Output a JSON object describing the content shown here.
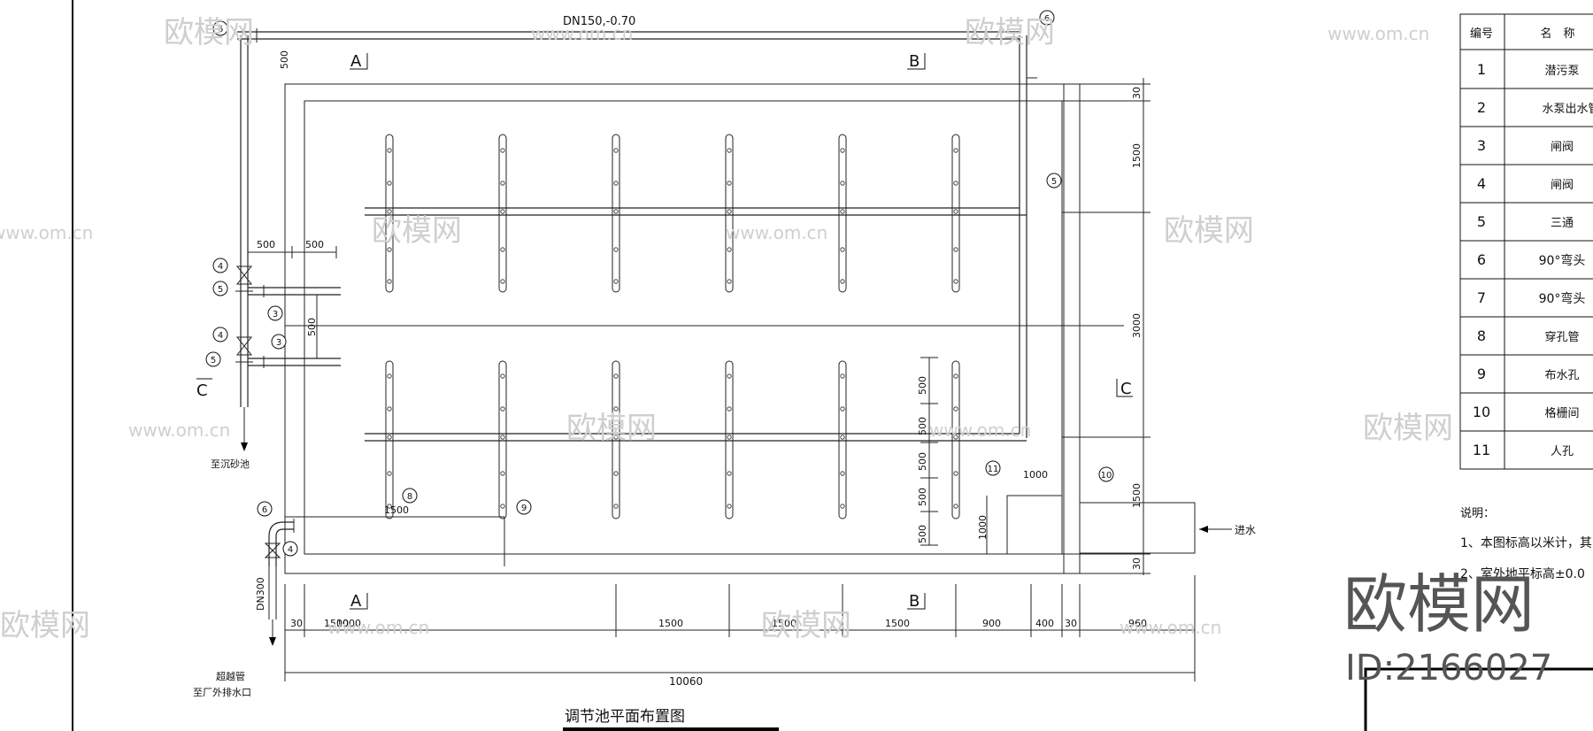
{
  "drawing": {
    "title": "调节池平面布置图",
    "pipe_top_label": "DN150,-0.70",
    "section_marks": {
      "a_top": "A",
      "b_top": "B",
      "a_bottom": "A",
      "b_bottom": "B",
      "c_left": "C",
      "c_right": "C"
    },
    "notes_left": {
      "to_grit": "至沉砂池",
      "dn300": "DN300",
      "overflow_1": "超越管",
      "overflow_2": "至厂外排水口"
    },
    "inlet_label": "进水",
    "dims_right": [
      "30",
      "1500",
      "3000",
      "1500",
      "30"
    ],
    "dims_bottom": [
      "30",
      "1500",
      "1000",
      "1500",
      "1500",
      "1500",
      "900",
      "400",
      "30",
      "960"
    ],
    "dim_total": "10060",
    "dims_top_left": [
      "500",
      "500"
    ],
    "dim_vertical_left": [
      "500",
      "500"
    ],
    "dims_inner_col": [
      "500",
      "500",
      "500",
      "500",
      "500"
    ],
    "dim_manhole_w": "1000",
    "dim_manhole_h": "1000",
    "dim_inner_1500": "1500",
    "callouts": [
      "6",
      "6",
      "5",
      "4",
      "5",
      "3",
      "4",
      "5",
      "3",
      "8",
      "9",
      "6",
      "4",
      "11",
      "10"
    ]
  },
  "legend": {
    "header_no": "编号",
    "header_name": "名　称",
    "rows": [
      {
        "no": "1",
        "name": "潜污泵"
      },
      {
        "no": "2",
        "name": "水泵出水管"
      },
      {
        "no": "3",
        "name": "闸阀"
      },
      {
        "no": "4",
        "name": "闸阀"
      },
      {
        "no": "5",
        "name": "三通"
      },
      {
        "no": "6",
        "name": "90°弯头"
      },
      {
        "no": "7",
        "name": "90°弯头"
      },
      {
        "no": "8",
        "name": "穿孔管"
      },
      {
        "no": "9",
        "name": "布水孔"
      },
      {
        "no": "10",
        "name": "格栅间"
      },
      {
        "no": "11",
        "name": "人孔"
      }
    ]
  },
  "notes": {
    "heading": "说明：",
    "line1": "1、本图标高以米计，其",
    "line2": "2、室外地平标高±0.0"
  },
  "watermark": {
    "logo_text": "欧模网",
    "url_text": "www.om.cn",
    "id_text": "ID:2166027"
  }
}
